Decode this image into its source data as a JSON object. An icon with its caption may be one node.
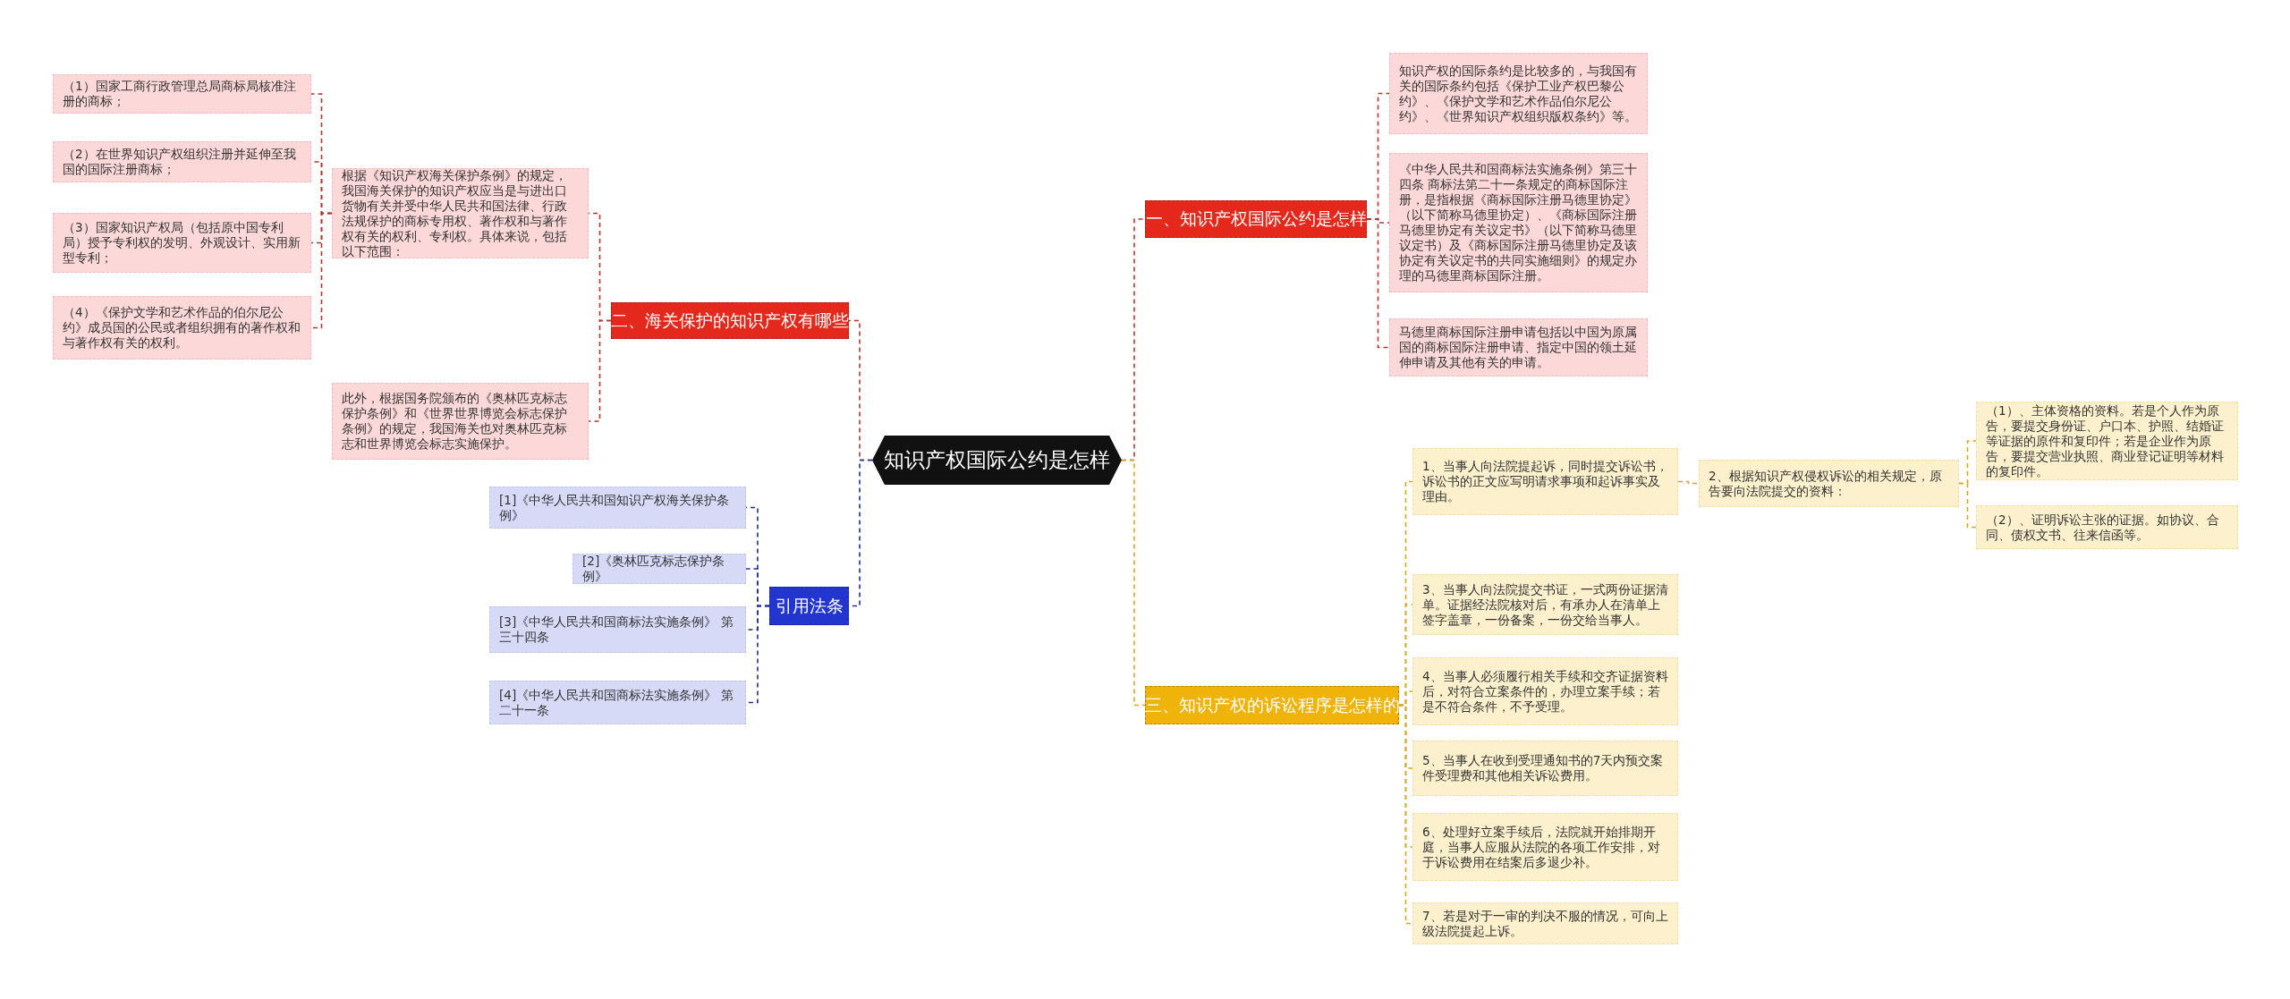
{
  "diagram": {
    "nodes": [
      {
        "text": [
          "知识产权国际公约是怎样"
        ]
      },
      {
        "text": [
          "一、知识产权国际公约是怎样"
        ]
      },
      {
        "text": [
          "知识产权的国际条约是比较多的，与我国有关的国际条约包括《保护工业产权巴黎公约》、《保护文学和艺术作品伯尔尼公约》、《世界知识产权组织版权条约》等。"
        ]
      },
      {
        "text": [
          "《中华人民共和国商标法实施条例》第三十四条 商标法第二十一条规定的商标国际注册，是指根据《商标国际注册马德里协定》（以下简称马德里协定）、《商标国际注册马德里协定有关议定书》（以下简称马德里议定书）及《商标国际注册马德里协定及该协定有关议定书的共同实施细则》的规定办理的马德里商标国际注册。"
        ]
      },
      {
        "text": [
          "马德里商标国际注册申请包括以中国为原属国的商标国际注册申请、指定中国的领土延伸申请及其他有关的申请。"
        ]
      },
      {
        "text": [
          "二、海关保护的知识产权有哪些"
        ]
      },
      {
        "text": [
          "根据《知识产权海关保护条例》的规定，我国海关保护的知识产权应当是与进出口货物有关并受中华人民共和国法律、行政法规保护的商标专用权、著作权和与著作权有关的权利、专利权。具体来说，包括以下范围："
        ]
      },
      {
        "text": [
          "（1）国家工商行政管理总局商标局核准注册的商标；"
        ]
      },
      {
        "text": [
          "（2）在世界知识产权组织注册并延伸至我国的国际注册商标；"
        ]
      },
      {
        "text": [
          "（3）国家知识产权局（包括原中国专利局）授予专利权的发明、外观设计、实用新型专利；"
        ]
      },
      {
        "text": [
          "（4）《保护文学和艺术作品的伯尔尼公约》成员国的公民或者组织拥有的著作权和与著作权有关的权利。"
        ]
      },
      {
        "text": [
          "此外，根据国务院颁布的《奥林匹克标志保护条例》和《世界世界博览会标志保护条例》的规定，我国海关也对奥林匹克标志和世界博览会标志实施保护。"
        ]
      },
      {
        "text": [
          "引用法条"
        ]
      },
      {
        "text": [
          "[1]《中华人民共和国知识产权海关保护条例》"
        ]
      },
      {
        "text": [
          "[2]《奥林匹克标志保护条例》"
        ]
      },
      {
        "text": [
          "[3]《中华人民共和国商标法实施条例》 第三十四条"
        ]
      },
      {
        "text": [
          "[4]《中华人民共和国商标法实施条例》 第二十一条"
        ]
      },
      {
        "text": [
          "三、知识产权的诉讼程序是怎样的"
        ]
      },
      {
        "text": [
          "1、当事人向法院提起诉，同时提交诉讼书，诉讼书的正文应写明请求事项和起诉事实及理由。"
        ]
      },
      {
        "text": [
          "2、根据知识产权侵权诉讼的相关规定，原告要向法院提交的资料："
        ]
      },
      {
        "text": [
          "（1）、主体资格的资料。若是个人作为原告，要提交身份证、户口本、护照、结婚证等证据的原件和复印件；若是企业作为原告，要提交营业执照、商业登记证明等材料的复印件。"
        ]
      },
      {
        "text": [
          "（2）、证明诉讼主张的证据。如协议、合同、债权文书、往来信函等。"
        ]
      },
      {
        "text": [
          "3、当事人向法院提交书证，一式两份证据清单。证据经法院核对后，有承办人在清单上签字盖章，一份备案，一份交给当事人。"
        ]
      },
      {
        "text": [
          "4、当事人必须履行相关手续和交齐证据资料后，对符合立案条件的，办理立案手续；若是不符合条件，不予受理。"
        ]
      },
      {
        "text": [
          "5、当事人在收到受理通知书的7天内预交案件受理费和其他相关诉讼费用。"
        ]
      },
      {
        "text": [
          "6、处理好立案手续后，法院就开始排期开庭，当事人应服从法院的各项工作安排，对于诉讼费用在结案后多退少补。"
        ]
      },
      {
        "text": [
          "7、若是对于一审的判决不服的情况，可向上级法院提起上诉。"
        ]
      }
    ],
    "edges": [
      {
        "from": 0,
        "to": 1,
        "arrow": "none",
        "style": "dashed"
      },
      {
        "from": 1,
        "to": 2,
        "arrow": "none",
        "style": "dashed"
      },
      {
        "from": 1,
        "to": 3,
        "arrow": "none",
        "style": "dashed"
      },
      {
        "from": 1,
        "to": 4,
        "arrow": "none",
        "style": "dashed"
      },
      {
        "from": 0,
        "to": 5,
        "arrow": "none",
        "style": "dashed"
      },
      {
        "from": 5,
        "to": 6,
        "arrow": "none",
        "style": "dashed"
      },
      {
        "from": 6,
        "to": 7,
        "arrow": "none",
        "style": "dashed"
      },
      {
        "from": 6,
        "to": 8,
        "arrow": "none",
        "style": "dashed"
      },
      {
        "from": 6,
        "to": 9,
        "arrow": "none",
        "style": "dashed"
      },
      {
        "from": 6,
        "to": 10,
        "arrow": "none",
        "style": "dashed"
      },
      {
        "from": 5,
        "to": 11,
        "arrow": "none",
        "style": "dashed"
      },
      {
        "from": 0,
        "to": 12,
        "arrow": "none",
        "style": "dashed",
        "color": "#1f2f9c"
      },
      {
        "from": 12,
        "to": 13,
        "arrow": "none",
        "style": "dashed",
        "color": "#1f2f9c"
      },
      {
        "from": 12,
        "to": 14,
        "arrow": "none",
        "style": "dashed",
        "color": "#1f2f9c"
      },
      {
        "from": 12,
        "to": 15,
        "arrow": "none",
        "style": "dashed",
        "color": "#1f2f9c"
      },
      {
        "from": 12,
        "to": 16,
        "arrow": "none",
        "style": "dashed",
        "color": "#1f2f9c"
      },
      {
        "from": 0,
        "to": 17,
        "arrow": "none",
        "style": "dashed",
        "color": "#d6a81e"
      },
      {
        "from": 17,
        "to": 18,
        "arrow": "none",
        "style": "dashed",
        "color": "#d6a81e"
      },
      {
        "from": 18,
        "to": 19,
        "arrow": "none",
        "style": "dashed",
        "color": "#d6a81e"
      },
      {
        "from": 19,
        "to": 20,
        "arrow": "none",
        "style": "dashed",
        "color": "#d6a81e"
      },
      {
        "from": 19,
        "to": 21,
        "arrow": "none",
        "style": "dashed",
        "color": "#d6a81e"
      },
      {
        "from": 17,
        "to": 22,
        "arrow": "none",
        "style": "dashed",
        "color": "#d6a81e"
      },
      {
        "from": 17,
        "to": 23,
        "arrow": "none",
        "style": "dashed",
        "color": "#d6a81e"
      },
      {
        "from": 17,
        "to": 24,
        "arrow": "none",
        "style": "dashed",
        "color": "#d6a81e"
      },
      {
        "from": 17,
        "to": 25,
        "arrow": "none",
        "style": "dashed",
        "color": "#d6a81e"
      },
      {
        "from": 17,
        "to": 26,
        "arrow": "none",
        "style": "dashed",
        "color": "#d6a81e"
      }
    ]
  }
}
